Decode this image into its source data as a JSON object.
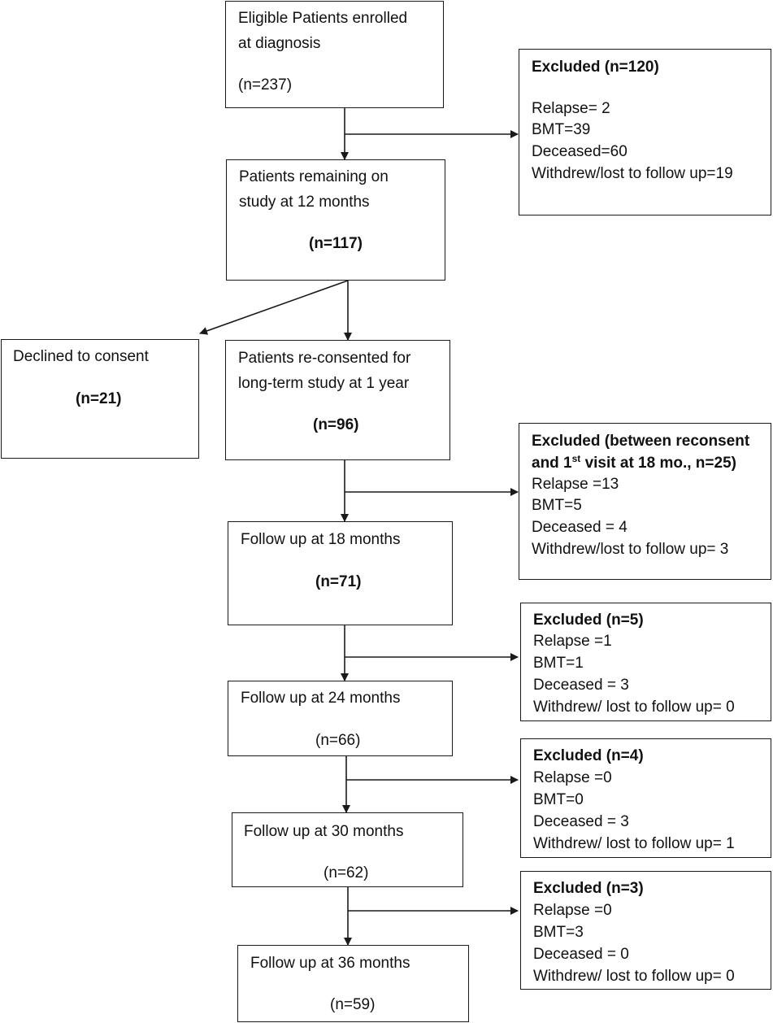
{
  "enrolled": {
    "line1": "Eligible Patients enrolled",
    "line2": "at diagnosis",
    "n": "(n=237)"
  },
  "excluded_1": {
    "title": "Excluded (n=120)",
    "relapse": "Relapse= 2",
    "bmt": "BMT=39",
    "deceased": "Deceased=60",
    "withdrew": "Withdrew/lost to follow up=19"
  },
  "remaining_12mo": {
    "line1": "Patients remaining on",
    "line2": "study at 12 months",
    "n": "(n=117)"
  },
  "declined": {
    "label": "Declined to consent",
    "n": "(n=21)"
  },
  "reconsented": {
    "line1": "Patients re-consented for",
    "line2": "long-term study at 1 year",
    "n": "(n=96)"
  },
  "excluded_2": {
    "title_line1": "Excluded (between reconsent",
    "title_line2_pre": "and 1",
    "title_line2_sup": "st",
    "title_line2_post": " visit at 18 mo., n=25)",
    "relapse": "Relapse =13",
    "bmt": "BMT=5",
    "deceased": "Deceased = 4",
    "withdrew": "Withdrew/lost to follow up= 3"
  },
  "followup_18": {
    "label": "Follow up at 18 months",
    "n": "(n=71)"
  },
  "excluded_3": {
    "title": "Excluded (n=5)",
    "relapse": "Relapse =1",
    "bmt": "BMT=1",
    "deceased": "Deceased = 3",
    "withdrew": "Withdrew/ lost to follow up= 0"
  },
  "followup_24": {
    "label": "Follow up at 24 months",
    "n": "(n=66)"
  },
  "excluded_4": {
    "title": "Excluded (n=4)",
    "relapse": "Relapse =0",
    "bmt": "BMT=0",
    "deceased": "Deceased = 3",
    "withdrew": "Withdrew/ lost to follow up= 1"
  },
  "followup_30": {
    "label": "Follow up at 30 months",
    "n": "(n=62)"
  },
  "excluded_5": {
    "title": "Excluded (n=3)",
    "relapse": "Relapse =0",
    "bmt": "BMT=3",
    "deceased": "Deceased = 0",
    "withdrew": "Withdrew/ lost to follow up= 0"
  },
  "followup_36": {
    "label": "Follow up at 36 months",
    "n": "(n=59)"
  }
}
